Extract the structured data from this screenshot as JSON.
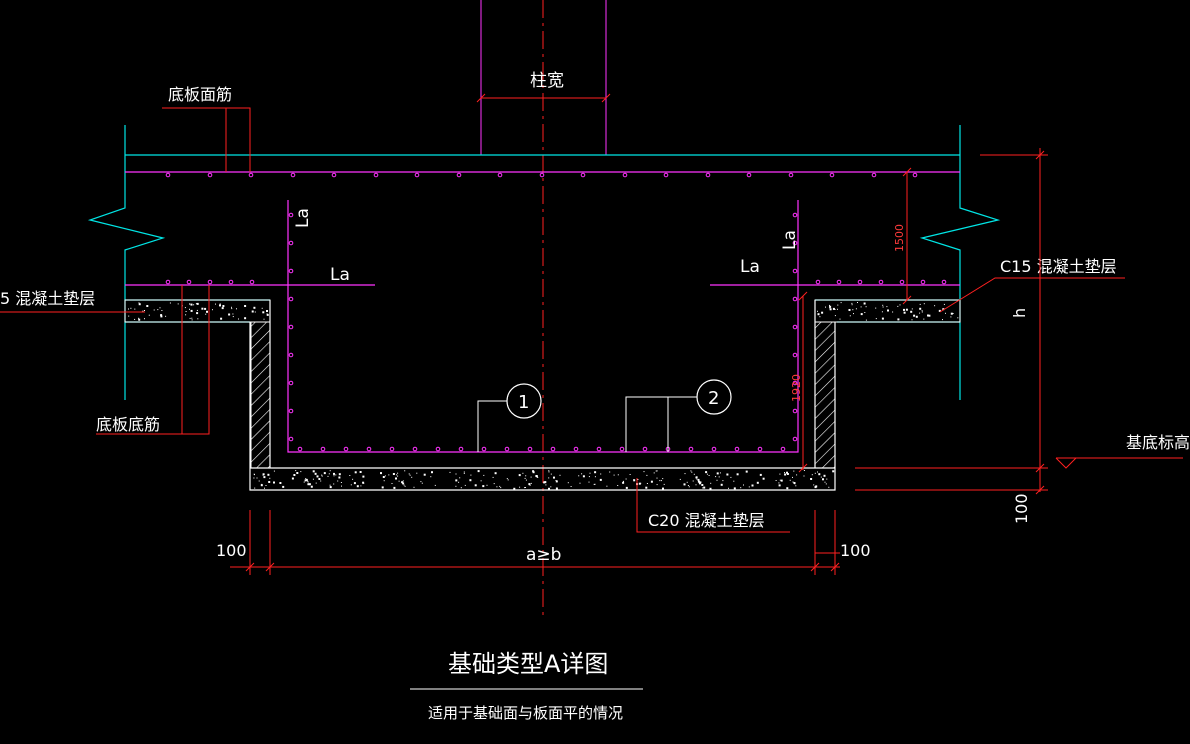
{
  "labels": {
    "column_width": "柱宽",
    "top_rebar": "底板面筋",
    "bottom_rebar": "底板底筋",
    "left_cushion": "5 混凝土垫层",
    "right_cushion": "C15 混凝土垫层",
    "bottom_cushion": "C20 混凝土垫层",
    "base_elevation": "基底标高",
    "la": "La",
    "h": "h",
    "dim_1500": "1500",
    "dim_1920": "1920",
    "dim_100": "100",
    "a_ge_b": "a≥b",
    "marker_1": "1",
    "marker_2": "2"
  },
  "title": {
    "main": "基础类型A详图",
    "sub": "适用于基础面与板面平的情况"
  },
  "colors": {
    "background": "#000000",
    "concrete_outline": "#00e5e5",
    "rebar": "#ff33ff",
    "leader_red": "#ff2020",
    "text": "#ffffff",
    "hatch": "#ffffff"
  }
}
